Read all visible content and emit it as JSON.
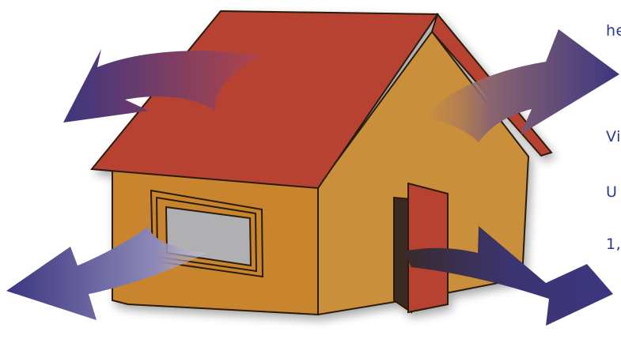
{
  "side_texts": [
    "he",
    "Vi",
    "U",
    "1,"
  ],
  "colors": {
    "roof": "#b84332",
    "wall": "#c9852f",
    "wall_side": "#c98f3a",
    "door": "#b84332",
    "window_glass": "#b0b0b2",
    "arrow_dark": "#3c3680",
    "arrow_warm": "#b0555a",
    "text": "#2b3a8c"
  },
  "icons": {
    "house": "house-illustration",
    "arrows": [
      "arrow-out-left",
      "arrow-out-right",
      "arrow-in-left",
      "arrow-in-right"
    ]
  }
}
